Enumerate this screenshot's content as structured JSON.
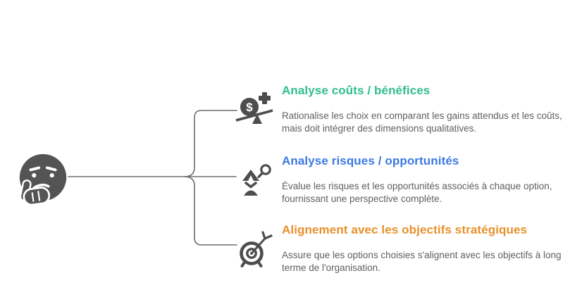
{
  "background": "#ffffff",
  "connector": {
    "color": "#6e6e6e"
  },
  "figure": {
    "name": "thinking-face-emoji",
    "color": "#545454"
  },
  "items": [
    {
      "icon": "cost-benefit-balance-icon",
      "title": "Analyse coûts / bénéfices",
      "title_color": "#2FBE8C",
      "description": "Rationalise les choix en comparant les gains attendus et les coûts, mais doit intégrer des dimensions qualitatives."
    },
    {
      "icon": "risk-opportunity-magnifier-icon",
      "title": "Analyse risques / opportunités",
      "title_color": "#3B79E3",
      "description": "Évalue les risques et les opportunités associés à chaque option, fournissant une perspective complète."
    },
    {
      "icon": "strategic-target-arrow-icon",
      "title": "Alignement avec les objectifs stratégiques",
      "title_color": "#E8902A",
      "description": "Assure que les options choisies s'alignent avec les objectifs à long terme de l'organisation."
    }
  ]
}
